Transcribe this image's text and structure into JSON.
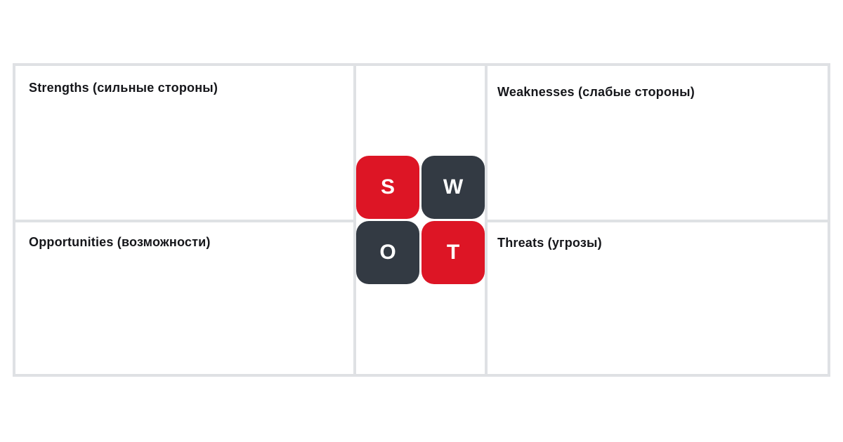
{
  "diagram_title": "SWOT",
  "colors": {
    "red": "#dd1525",
    "dark": "#333a43",
    "border": "#dfe1e4",
    "text": "#15161a"
  },
  "quadrants": [
    {
      "id": "strengths",
      "label": "Strengths (сильные стороны)"
    },
    {
      "id": "weaknesses",
      "label": "Weaknesses (слабые стороны)"
    },
    {
      "id": "opportunities",
      "label": "Opportunities (возможности)"
    },
    {
      "id": "threats",
      "label": "Threats (угрозы)"
    }
  ],
  "tiles": [
    {
      "letter": "S",
      "color": "red"
    },
    {
      "letter": "W",
      "color": "dark"
    },
    {
      "letter": "O",
      "color": "dark"
    },
    {
      "letter": "T",
      "color": "red"
    }
  ]
}
